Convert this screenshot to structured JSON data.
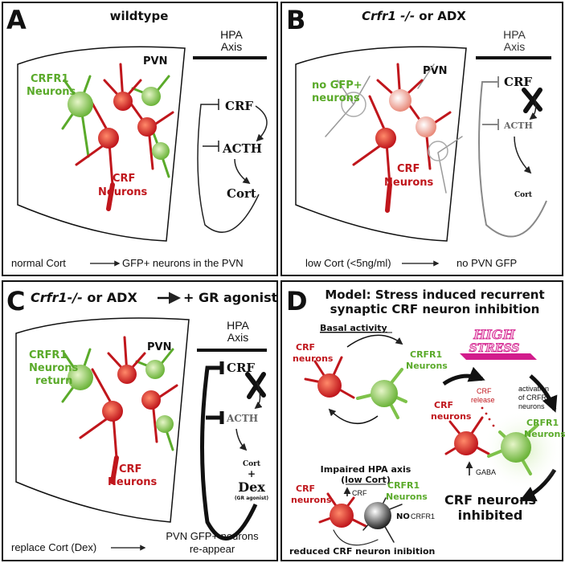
{
  "panels": {
    "a": {
      "letter": "A",
      "title": "wildtype",
      "pvn": "PVN",
      "crfr1_line1": "CRFR1",
      "crfr1_line2": "Neurons",
      "crf_line1": "CRF",
      "crf_line2": "Neurons",
      "hpa_line1": "HPA",
      "hpa_line2": "Axis",
      "crf": "CRF",
      "acth": "ACTH",
      "cort": "Cort",
      "caption_left": "normal Cort",
      "caption_right": "GFP+ neurons in the PVN"
    },
    "b": {
      "letter": "B",
      "title_italic": "Crfr1 -/-",
      "title_rest": " or ADX",
      "pvn": "PVN",
      "nogfp_line1": "no GFP+",
      "nogfp_line2": "neurons",
      "crf_line1": "CRF",
      "crf_line2": "Neurons",
      "hpa_line1": "HPA",
      "hpa_line2": "Axis",
      "crf": "CRF",
      "acth": "ACTH",
      "cort": "Cort",
      "caption_left": "low Cort (<5ng/ml)",
      "caption_right": "no PVN GFP"
    },
    "c": {
      "letter": "C",
      "title_italic": "Crfr1-/-",
      "title_mid": " or ADX",
      "title_end": "+ GR agonist",
      "pvn": "PVN",
      "crfr1_line1": "CRFR1",
      "crfr1_line2": "Neurons",
      "crfr1_line3": "return",
      "crf_line1": "CRF",
      "crf_line2": "Neurons",
      "hpa_line1": "HPA",
      "hpa_line2": "Axis",
      "crf": "CRF",
      "acth": "ACTH",
      "cort": "Cort",
      "plus": "+",
      "dex": "Dex",
      "gr": "(GR agonist)",
      "caption_left": "replace Cort (Dex)",
      "caption_right1": "PVN GFP+ neurons",
      "caption_right2": "re-appear"
    },
    "d": {
      "letter": "D",
      "title_line1": "Model: Stress induced recurrent",
      "title_line2": "synaptic CRF neuron inhibition",
      "basal": "Basal activity",
      "crf_neurons_line1": "CRF",
      "crf_neurons_line2": "neurons",
      "crfr1_line1": "CRFR1",
      "crfr1_line2": "Neurons",
      "high": "HIGH",
      "stress": "STRESS",
      "activation_line1": "activation",
      "activation_line2": "of CRFR1",
      "activation_line3": "neurons",
      "crf_release_line1": "CRF",
      "crf_release_line2": "release",
      "gaba": "GABA",
      "impaired_line1": "Impaired HPA axis",
      "impaired_line2": "(low Cort)",
      "crf_small": "CRF",
      "no": "NO",
      "crfr1_small": "CRFR1",
      "inhibited_line1": "CRF neurons",
      "inhibited_line2": "inhibited",
      "reduced": "reduced CRF neuron inibition"
    }
  },
  "colors": {
    "crf_red": "#c0161c",
    "crfr1_green": "#5aaa2a",
    "stress_pink": "#d21c8c",
    "grey": "#777777"
  }
}
